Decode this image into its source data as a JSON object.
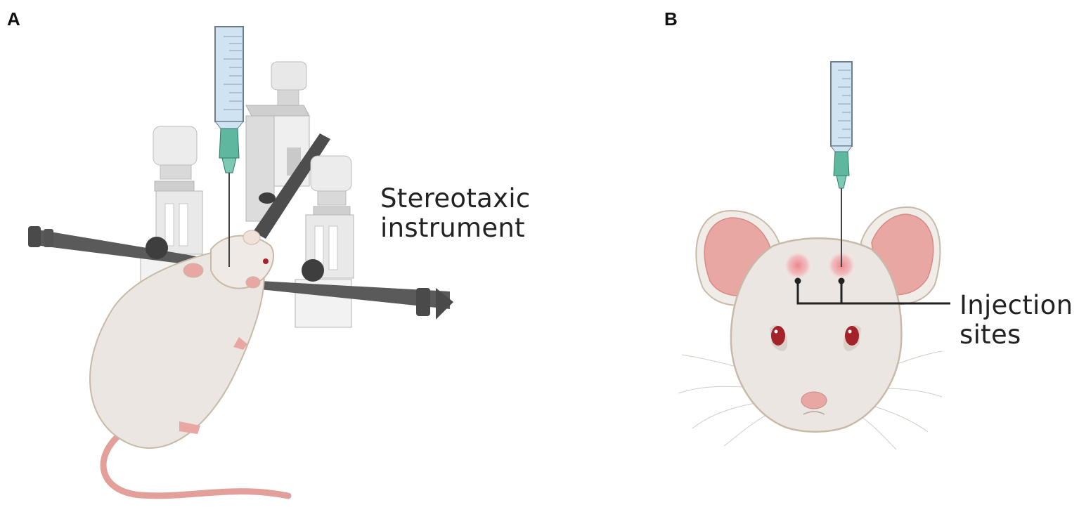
{
  "figure": {
    "panels": [
      {
        "label": "A",
        "callout": {
          "line1": "Stereotaxic",
          "line2": "instrument"
        },
        "subject": "rat-in-stereotaxic-frame",
        "icons": [
          "syringe-icon",
          "stereotaxic-frame-icon",
          "rat-icon"
        ]
      },
      {
        "label": "B",
        "callout": {
          "line1": "Injection",
          "line2": "sites"
        },
        "subject": "mouse-head-front-view",
        "injection_site_count": 2,
        "icons": [
          "syringe-icon",
          "mouse-head-icon",
          "injection-site-marker-icon"
        ]
      }
    ],
    "colors": {
      "syringe_barrel": "#cfe3f2",
      "syringe_hub": "#5fb7a0",
      "frame_light": "#e6e6e6",
      "frame_dark": "#5a5a5a",
      "fur": "#ebe6e2",
      "fur_outline": "#c8b9a8",
      "ear_pink": "#e8a7a2",
      "eye_red": "#a4232b",
      "injection_glow": "#f07f86",
      "leader_line": "#222222"
    }
  }
}
